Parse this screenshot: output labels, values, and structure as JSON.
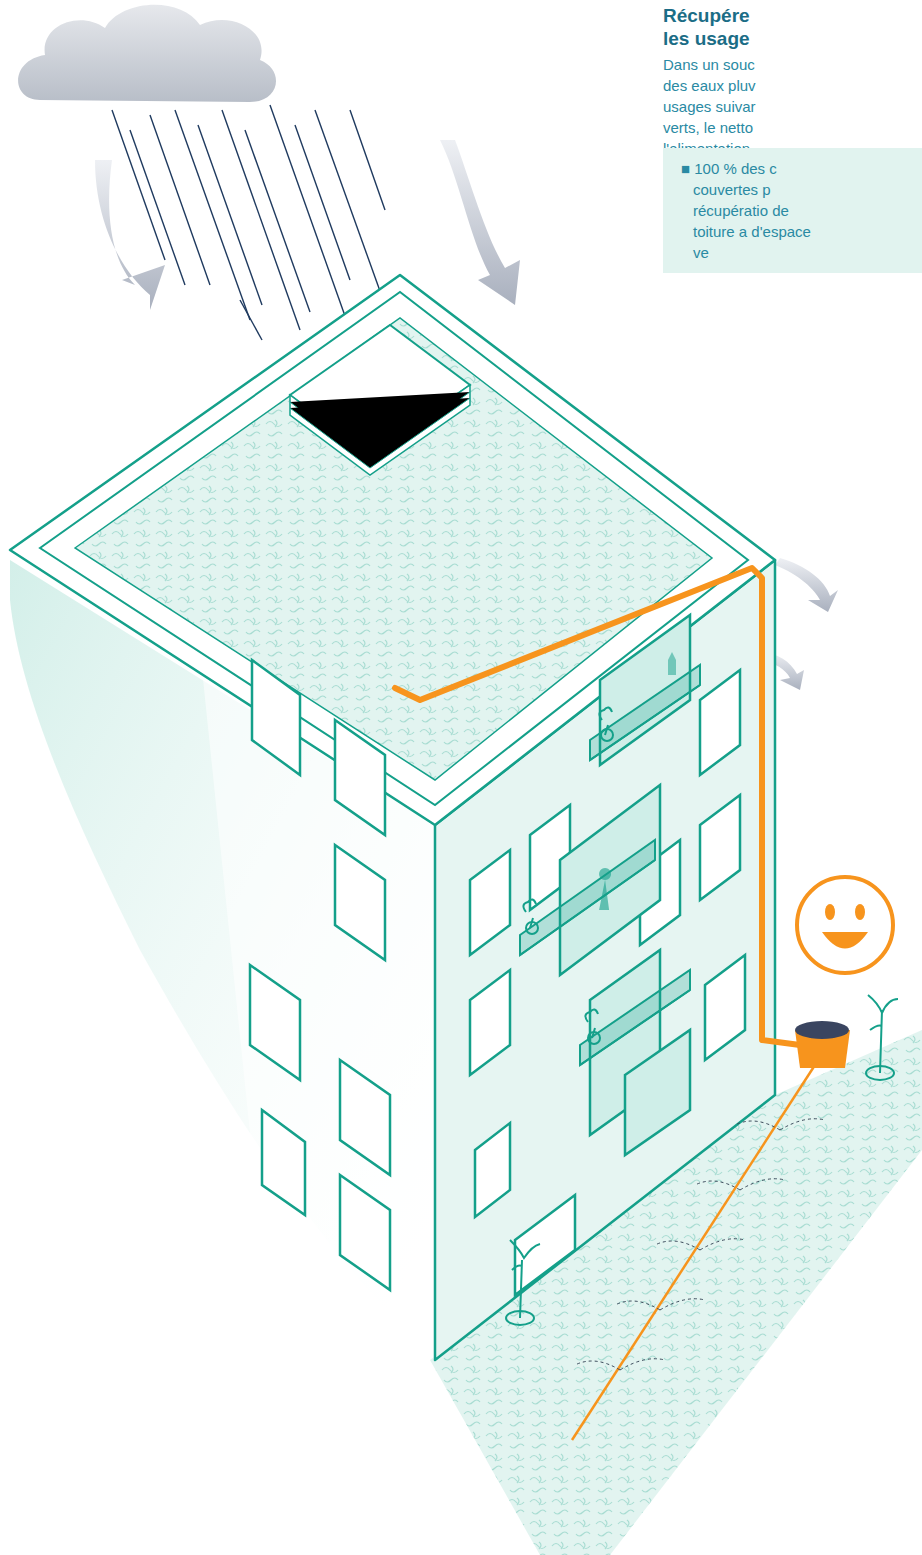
{
  "diagram": {
    "title": "Récupére les usage",
    "nodes": [
      {
        "text": [
          "■ 100 % des c couvertes p récupératio de toiture a d'espace ve"
        ]
      }
    ],
    "labels": [
      "Dans un souc des eaux pluv usages suivar verts, le netto l'alimentation"
    ]
  }
}
